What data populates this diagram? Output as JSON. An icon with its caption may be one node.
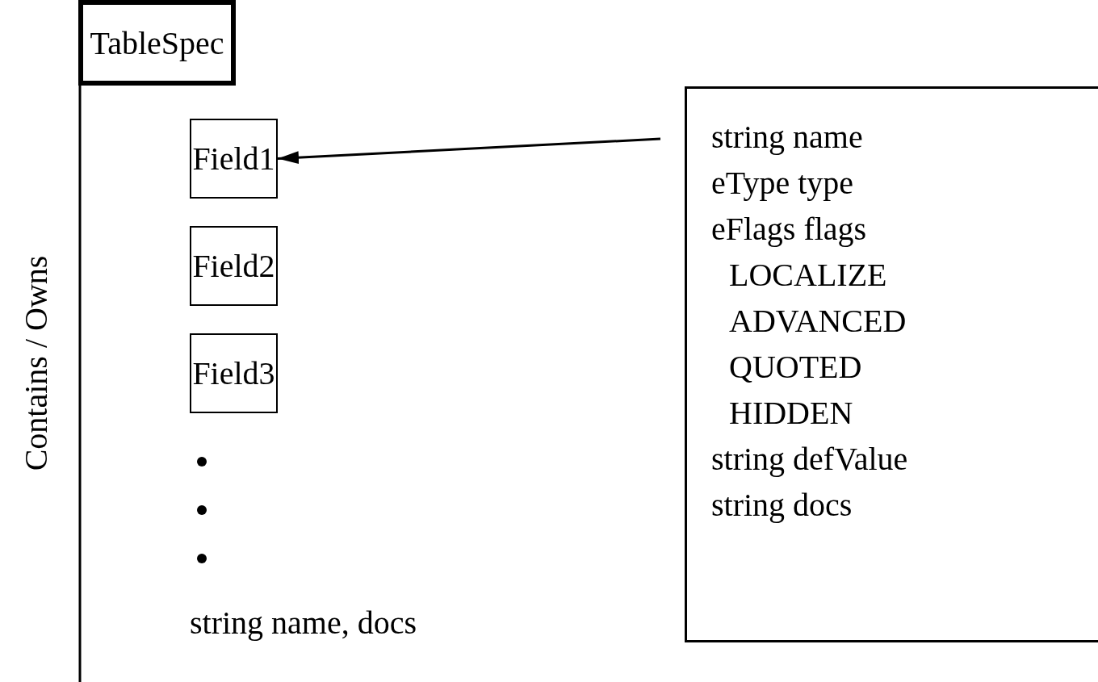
{
  "diagram": {
    "nodes": [
      {
        "text": [
          "TableSpec"
        ]
      },
      {
        "text": [
          "Field1"
        ]
      },
      {
        "text": [
          "Field2"
        ]
      },
      {
        "text": [
          "Field3"
        ]
      },
      {
        "text": [
          "string name",
          "eType type",
          "eFlags flags",
          "LOCALIZE",
          "ADVANCED",
          "QUOTED",
          "HIDDEN",
          "string defValue",
          "string docs"
        ]
      }
    ],
    "edges": [
      {
        "from": 4,
        "to": 1,
        "arrow": "to"
      }
    ],
    "labels": [
      "Contains / Owns",
      "string name, docs"
    ]
  }
}
